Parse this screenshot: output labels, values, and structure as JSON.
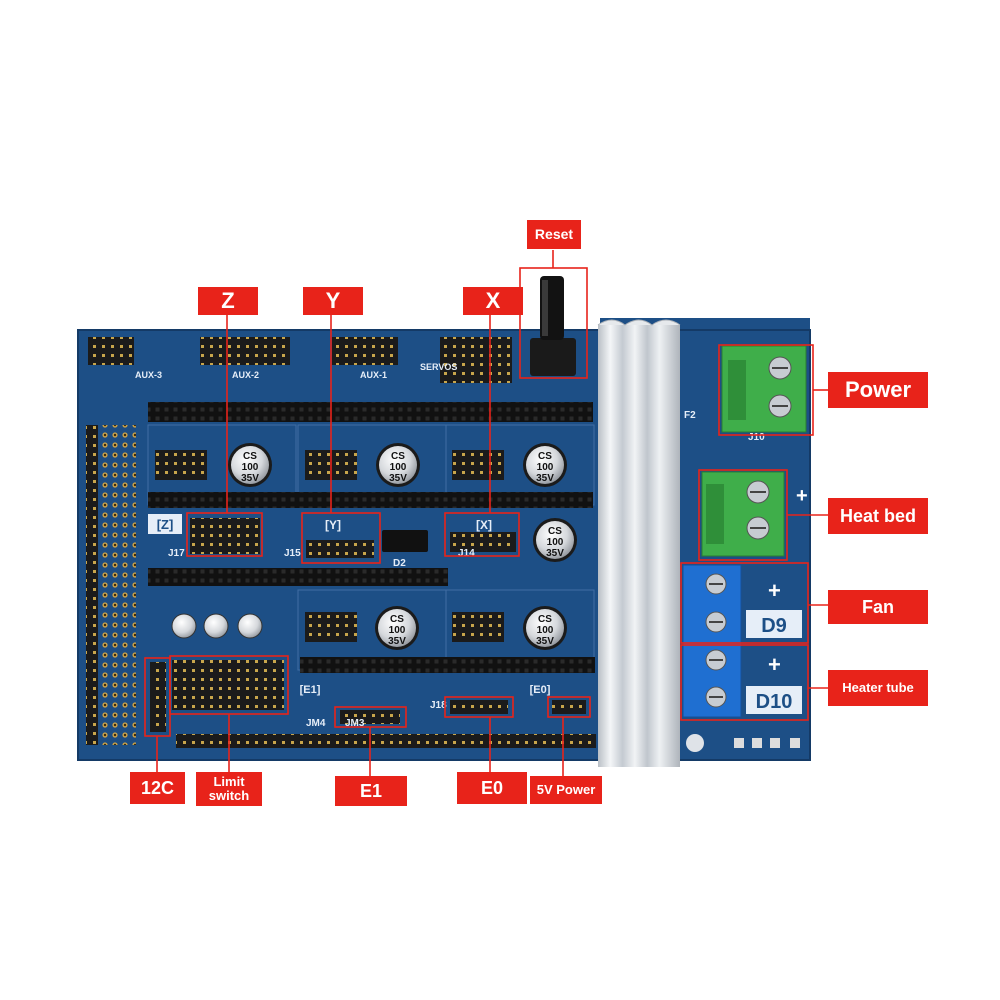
{
  "labels": {
    "reset": "Reset",
    "z": "Z",
    "y": "Y",
    "x": "X",
    "power": "Power",
    "heat_bed": "Heat bed",
    "fan": "Fan",
    "heater_tube": "Heater tube",
    "i2c": "12C",
    "limit_switch_1": "Limit",
    "limit_switch_2": "switch",
    "e1": "E1",
    "e0": "E0",
    "five_v_power": "5V Power"
  },
  "board_marks": {
    "cap_text_1": "CS",
    "cap_text_2": "100",
    "cap_text_3": "35V",
    "d9": "D9",
    "d10": "D10",
    "plus": "+",
    "z_tag": "[Z]",
    "y_tag": "[Y]",
    "x_tag": "[X]",
    "e1_tag": "[E1]",
    "e0_tag": "[E0]",
    "j17": "J17",
    "j15": "J15",
    "j14": "J14",
    "jm3": "JM3",
    "jm4": "JM4",
    "j18": "J18",
    "d2": "D2",
    "aux3": "AUX-3",
    "aux2": "AUX-2",
    "aux1": "AUX-1",
    "servos": "SERVOS",
    "f2": "F2",
    "j10": "J10"
  },
  "colors": {
    "label_red": "#e8231a",
    "pcb_blue": "#1d4f86",
    "terminal_green": "#3fae4a",
    "terminal_blue": "#1f6fd1",
    "heatsink_silver": "#d9dde2"
  }
}
